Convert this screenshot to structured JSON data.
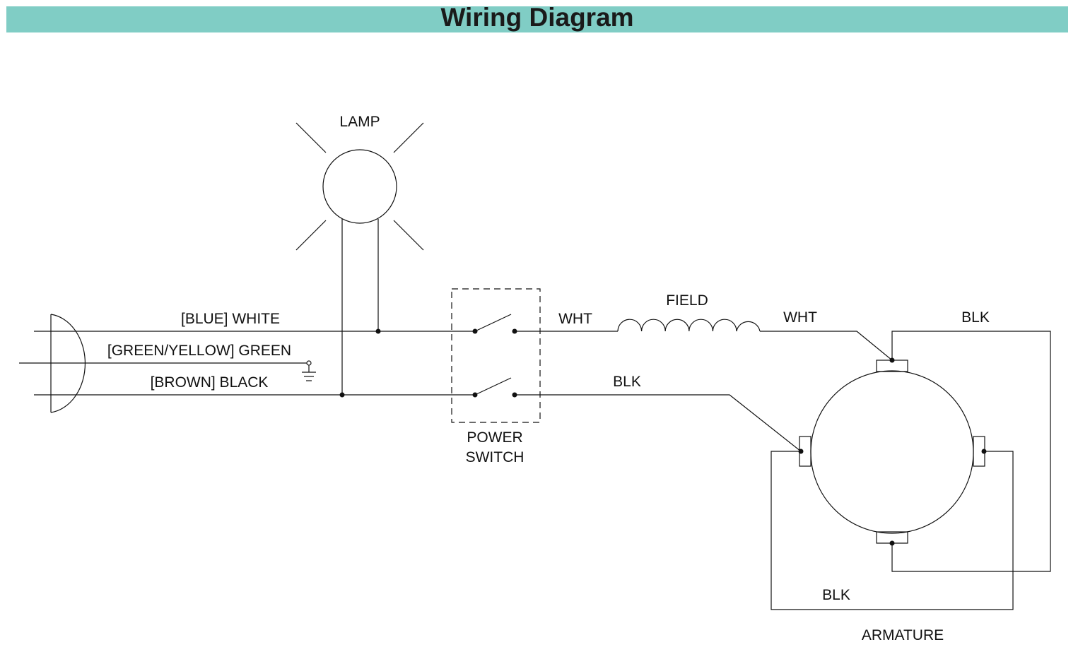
{
  "header": {
    "title": "Wiring Diagram",
    "bar_color": "#80cdc5"
  },
  "labels": {
    "lamp": "LAMP",
    "blue_white": "[BLUE] WHITE",
    "green_yellow_green": "[GREEN/YELLOW] GREEN",
    "brown_black": "[BROWN] BLACK",
    "power": "POWER",
    "switch": "SWITCH",
    "wht_1": "WHT",
    "field": "FIELD",
    "wht_2": "WHT",
    "blk_top": "BLK",
    "blk_mid": "BLK",
    "blk_bottom": "BLK",
    "armature": "ARMATURE"
  },
  "colors": {
    "line": "#111111",
    "background": "#ffffff"
  }
}
